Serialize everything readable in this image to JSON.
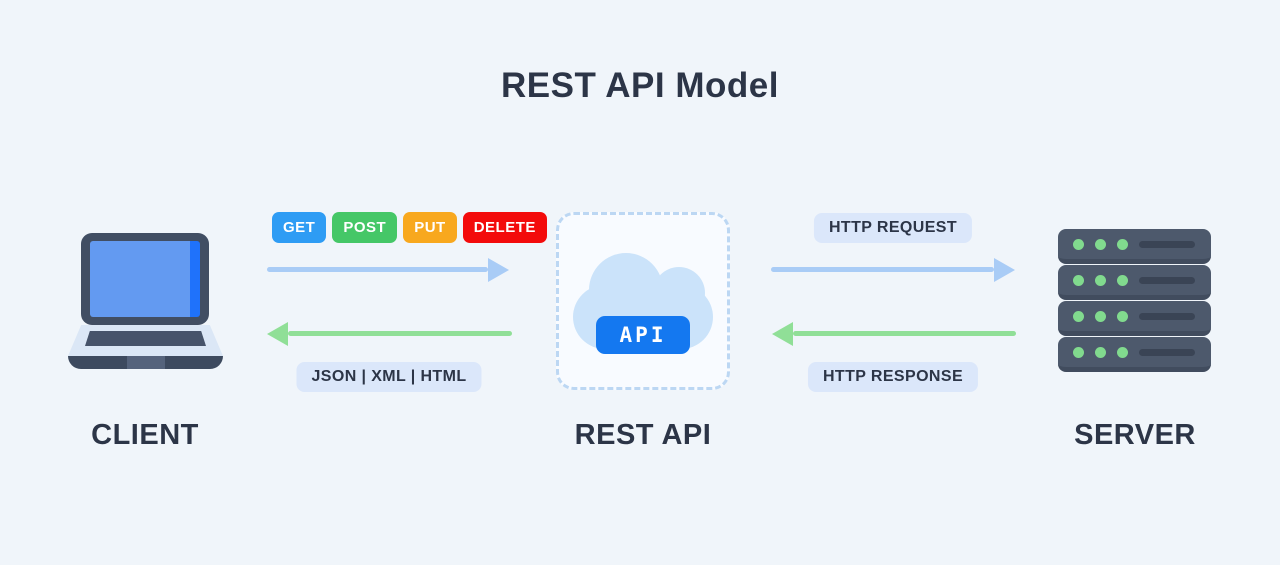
{
  "title": "REST API Model",
  "colors": {
    "background": "#f0f5fa",
    "text_dark": "#2c3547",
    "arrow_blue": "#a9ccf6",
    "arrow_green": "#90df97",
    "pill_background": "#dbe7fa",
    "api_button_blue": "#1478f0",
    "cloud_blue": "#cbe3fa",
    "dashed_border": "#bcd7f3",
    "server_body": "#4d596c",
    "server_led_green": "#81da8e"
  },
  "client": {
    "label": "CLIENT"
  },
  "rest_api": {
    "label": "REST API",
    "badge": "API"
  },
  "server": {
    "label": "SERVER"
  },
  "client_to_api": {
    "methods": [
      {
        "label": "GET",
        "color": "#2e9cf4"
      },
      {
        "label": "POST",
        "color": "#45c767"
      },
      {
        "label": "PUT",
        "color": "#f8a81e"
      },
      {
        "label": "DELETE",
        "color": "#f30b0b"
      }
    ],
    "response_formats": "JSON | XML | HTML"
  },
  "api_to_server": {
    "request_label": "HTTP REQUEST",
    "response_label": "HTTP RESPONSE"
  }
}
